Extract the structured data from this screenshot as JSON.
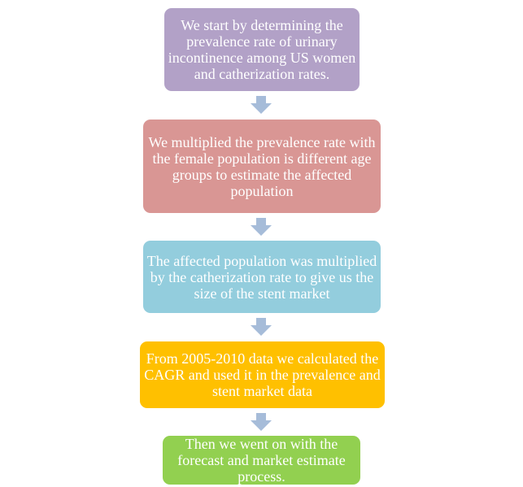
{
  "steps": [
    {
      "text": "We start by determining the prevalence rate of urinary incontinence among US women and catherization rates.",
      "color": "#b2a1c7"
    },
    {
      "text": "We multiplied the prevalence rate with the female population is different age groups to estimate the affected population",
      "color": "#d99694"
    },
    {
      "text": "The affected population was multiplied by the catherization rate to give us the size of the stent market",
      "color": "#93cddd"
    },
    {
      "text": "From 2005-2010 data we calculated the CAGR and used it in the prevalence and stent market data",
      "color": "#ffc000"
    },
    {
      "text": "Then we went on with the forecast and market estimate process.",
      "color": "#92d050"
    }
  ],
  "arrow_color": "#a6bcd9"
}
